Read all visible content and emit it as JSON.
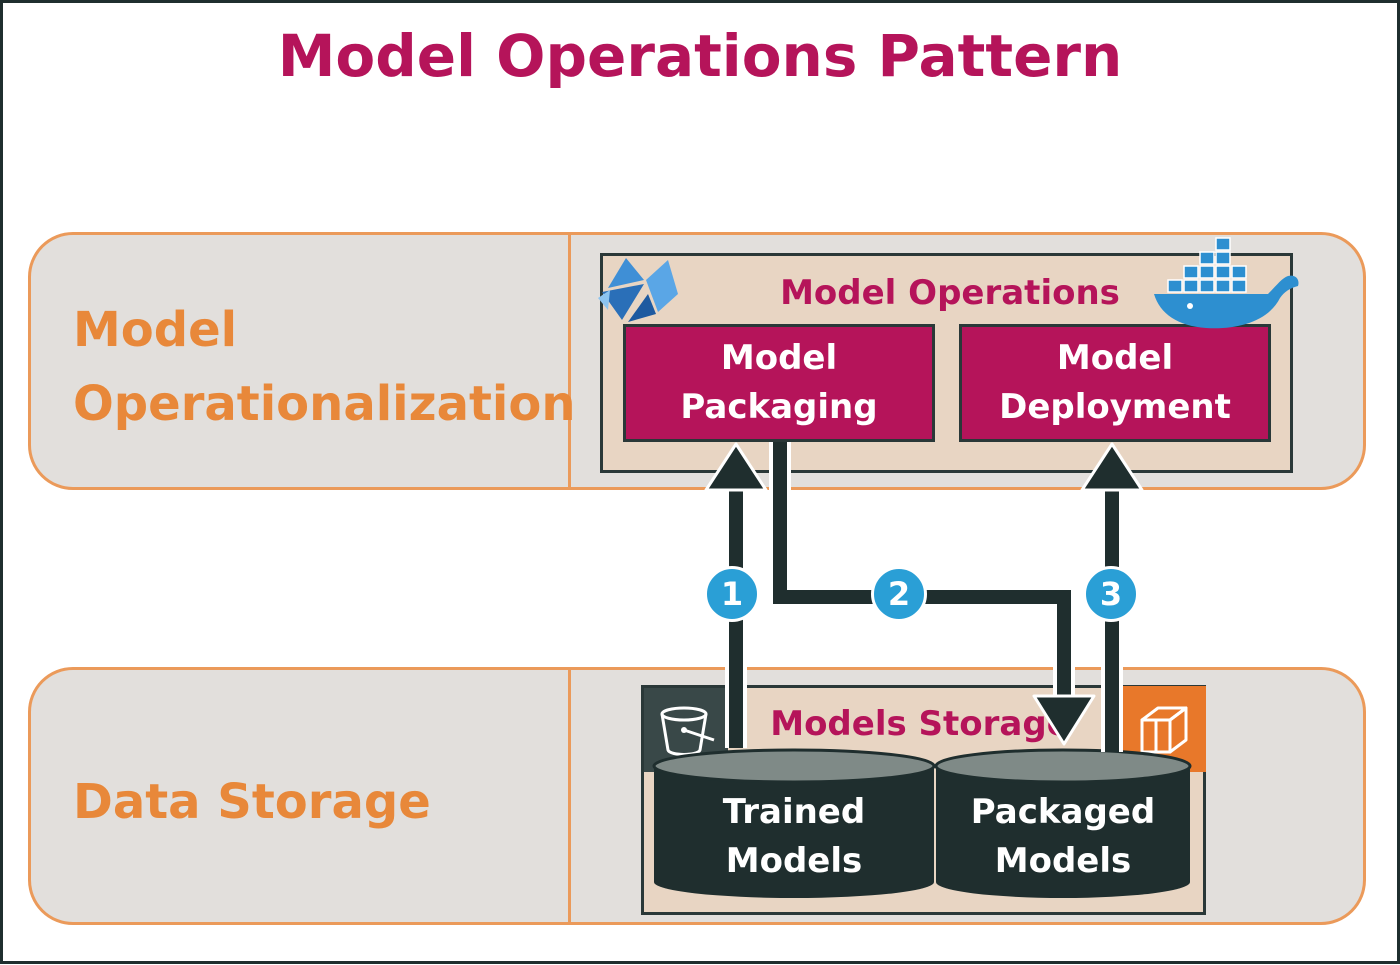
{
  "diagram": {
    "title": "Model Operations Pattern",
    "layers": {
      "top": {
        "label_line1": "Model",
        "label_line2": "Operationalization"
      },
      "bottom": {
        "label": "Data Storage"
      }
    },
    "model_operations": {
      "title": "Model Operations",
      "packaging": {
        "line1": "Model",
        "line2": "Packaging"
      },
      "deployment": {
        "line1": "Model",
        "line2": "Deployment"
      }
    },
    "models_storage": {
      "title": "Models Storage",
      "trained": {
        "line1": "Trained",
        "line2": "Models"
      },
      "packaged": {
        "line1": "Packaged",
        "line2": "Models"
      }
    },
    "steps": [
      "1",
      "2",
      "3"
    ],
    "icons": [
      "kubeflow-icon",
      "docker-whale-icon",
      "s3-bucket-icon",
      "package-cube-icon"
    ],
    "colors": {
      "title": "#b5145a",
      "layer_label": "#e8883a",
      "layer_border": "#eb9a5a",
      "layer_fill": "#e2dfdc",
      "box_fill": "#b5145a",
      "container_fill": "#e8d5c3",
      "arrow": "#1f2e2e",
      "step_badge": "#2a9fd6"
    }
  }
}
